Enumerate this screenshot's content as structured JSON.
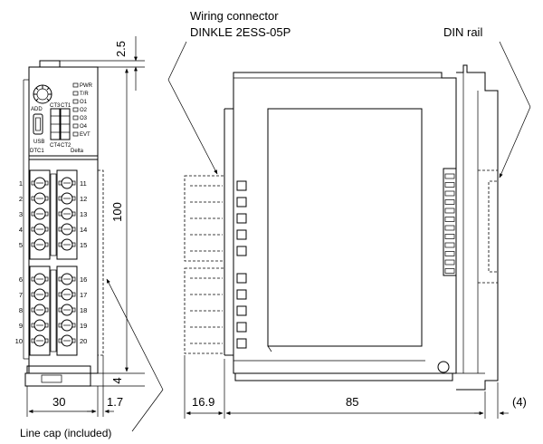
{
  "labels": {
    "wiring_connector_line1": "Wiring connector",
    "wiring_connector_line2": "DINKLE 2ESS-05P",
    "din_rail": "DIN rail",
    "line_cap": "Line cap (included)"
  },
  "dimensions": {
    "top_offset": "2.5",
    "height": "100",
    "bottom_offset": "4",
    "width": "30",
    "cap_width": "1.7",
    "connector_depth": "16.9",
    "depth": "85",
    "rail_depth": "(4)"
  },
  "panel": {
    "address_label": "ADD",
    "usb_label": "USB",
    "model_label": "DTC1",
    "brand_label": "Delta",
    "leds": [
      "PWR",
      "T/R",
      "O1",
      "O2",
      "O3",
      "O4",
      "EVT"
    ],
    "ct_top": [
      "CT3",
      "CT1"
    ],
    "ct_bottom": [
      "CT4",
      "CT2"
    ]
  },
  "terminals": {
    "left_top": [
      "1",
      "2",
      "3",
      "4",
      "5"
    ],
    "left_bottom": [
      "6",
      "7",
      "8",
      "9",
      "10"
    ],
    "right_top": [
      "11",
      "12",
      "13",
      "14",
      "15"
    ],
    "right_bottom": [
      "16",
      "17",
      "18",
      "19",
      "20"
    ]
  }
}
